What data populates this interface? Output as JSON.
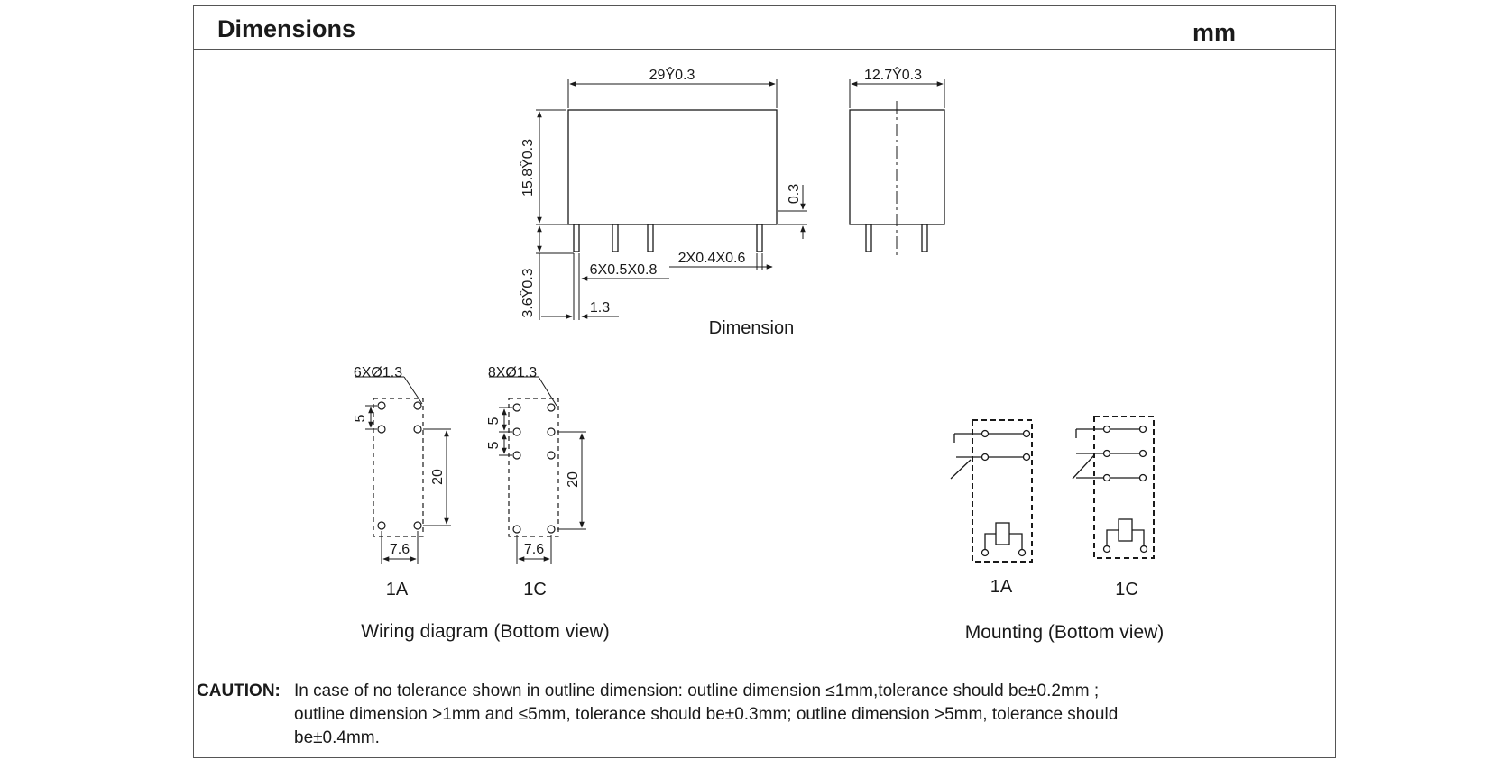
{
  "header": {
    "title": "Dimensions",
    "unit": "mm"
  },
  "dimension_view": {
    "caption": "Dimension",
    "length": "29Ŷ0.3",
    "width": "12.7Ŷ0.3",
    "height": "15.8Ŷ0.3",
    "standoff": "0.3",
    "pin_length": "3.6Ŷ0.3",
    "pins_main": "6X0.5X0.8",
    "pins_coil": "2X0.4X0.6",
    "pin_offset": "1.3"
  },
  "wiring": {
    "caption": "Wiring diagram (Bottom view)",
    "layout_1a": {
      "name": "1A",
      "holes": "6XØ1.3",
      "pitch": "5",
      "span": "20",
      "row_spacing": "7.6"
    },
    "layout_1c": {
      "name": "1C",
      "holes": "8XØ1.3",
      "pitch_a": "5",
      "pitch_b": "5",
      "span": "20",
      "row_spacing": "7.6"
    }
  },
  "mounting": {
    "caption": "Mounting (Bottom view)",
    "label_1a": "1A",
    "label_1c": "1C"
  },
  "caution": {
    "label": "CAUTION:",
    "line1": "In case of no tolerance shown in outline dimension: outline dimension ≤1mm,tolerance should be±0.2mm ;",
    "line2": "outline dimension >1mm and ≤5mm, tolerance should be±0.3mm; outline dimension >5mm, tolerance should",
    "line3": "be±0.4mm."
  }
}
